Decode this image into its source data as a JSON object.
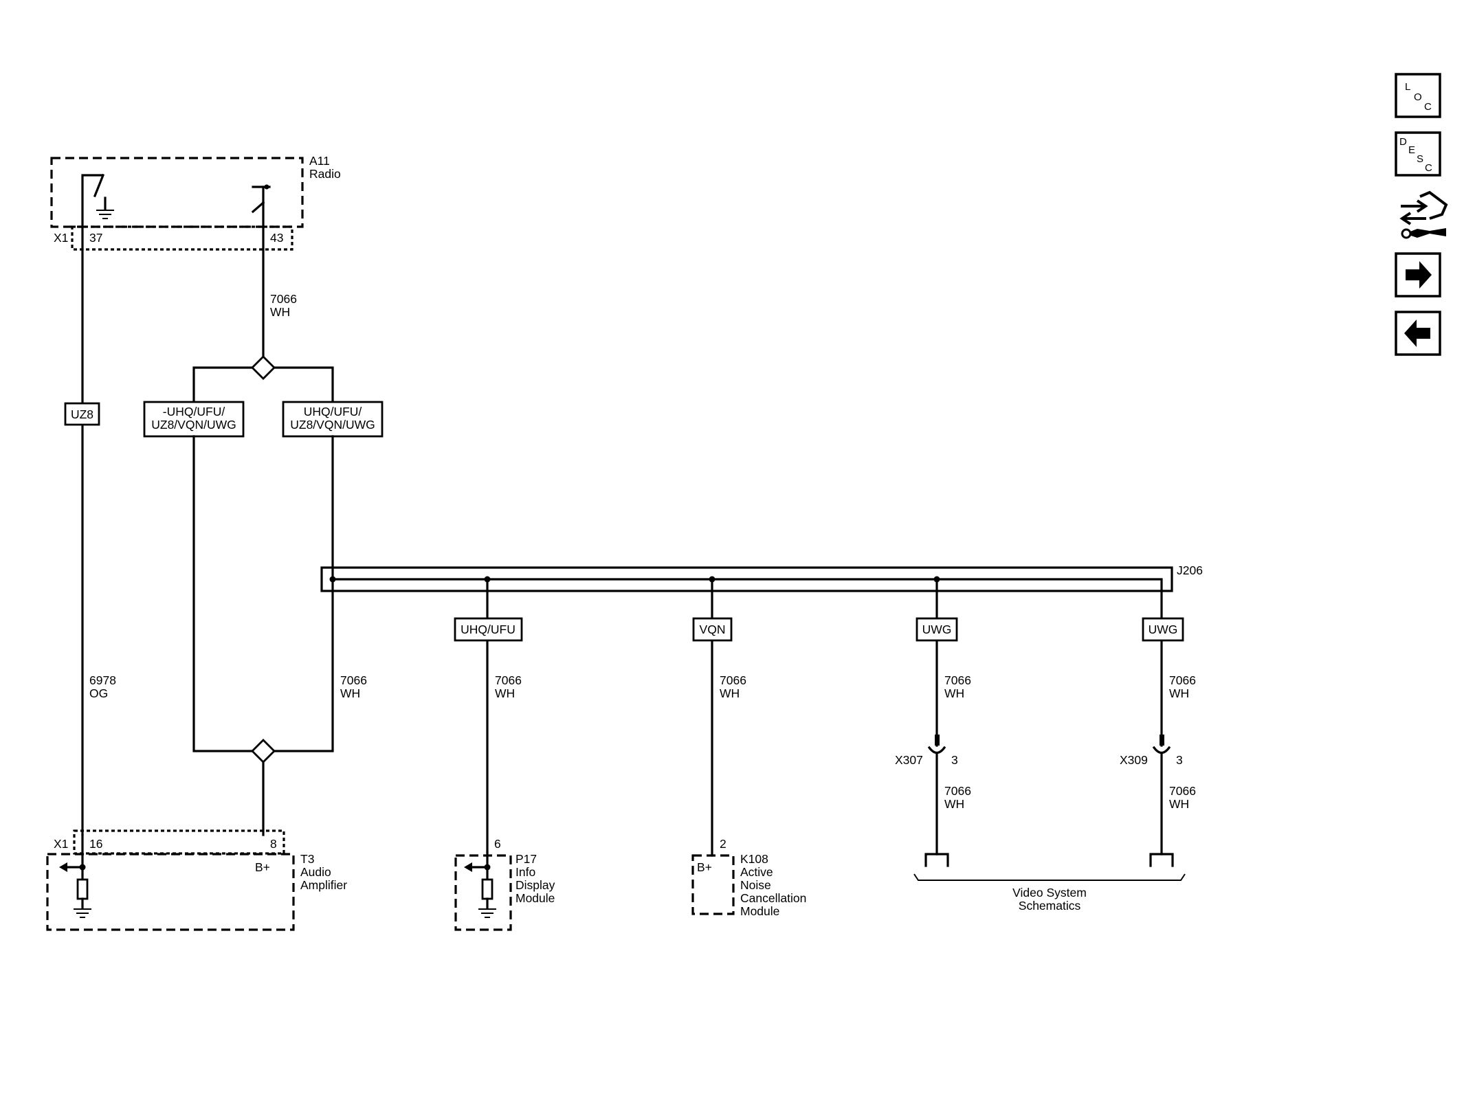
{
  "components": {
    "radio": {
      "ref": "A11",
      "name": "Radio",
      "connector": "X1",
      "pins": [
        "37",
        "43"
      ]
    },
    "amplifier": {
      "ref": "T3",
      "name_lines": [
        "Audio",
        "Amplifier"
      ],
      "connector": "X1",
      "pins": [
        "16",
        "8"
      ],
      "supply": "B+"
    },
    "info_display": {
      "ref": "P17",
      "name_lines": [
        "Info",
        "Display",
        "Module"
      ],
      "pin": "6"
    },
    "anc_module": {
      "ref": "K108",
      "name_lines": [
        "Active",
        "Noise",
        "Cancellation",
        "Module"
      ],
      "pin": "2",
      "supply": "B+"
    },
    "video_ref": {
      "lines": [
        "Video System",
        "Schematics"
      ]
    }
  },
  "splice": {
    "ref": "J206"
  },
  "wires": {
    "radio_out": {
      "circuit": "7066",
      "color": "WH"
    },
    "amp_audio": {
      "circuit": "6978",
      "color": "OG"
    },
    "amp_supply": {
      "circuit": "7066",
      "color": "WH"
    },
    "info": {
      "circuit": "7066",
      "color": "WH"
    },
    "anc": {
      "circuit": "7066",
      "color": "WH"
    },
    "video1_upper": {
      "circuit": "7066",
      "color": "WH"
    },
    "video2_upper": {
      "circuit": "7066",
      "color": "WH"
    },
    "video1_lower": {
      "circuit": "7066",
      "color": "WH"
    },
    "video2_lower": {
      "circuit": "7066",
      "color": "WH"
    }
  },
  "options": {
    "uz8": "UZ8",
    "not_options_lines": [
      "-UHQ/UFU/",
      "UZ8/VQN/UWG"
    ],
    "options_lines": [
      "UHQ/UFU/",
      "UZ8/VQN/UWG"
    ],
    "uhq_ufu": "UHQ/UFU",
    "vqn": "VQN",
    "uwg_1": "UWG",
    "uwg_2": "UWG"
  },
  "inline_connectors": {
    "x307": {
      "ref": "X307",
      "pin": "3"
    },
    "x309": {
      "ref": "X309",
      "pin": "3"
    }
  },
  "nav": {
    "loc_letters": [
      "L",
      "O",
      "C"
    ],
    "desc_letters": [
      "D",
      "E",
      "S",
      "C"
    ],
    "icons": [
      "connector-end-view-icon",
      "next-page-icon",
      "previous-page-icon"
    ]
  }
}
